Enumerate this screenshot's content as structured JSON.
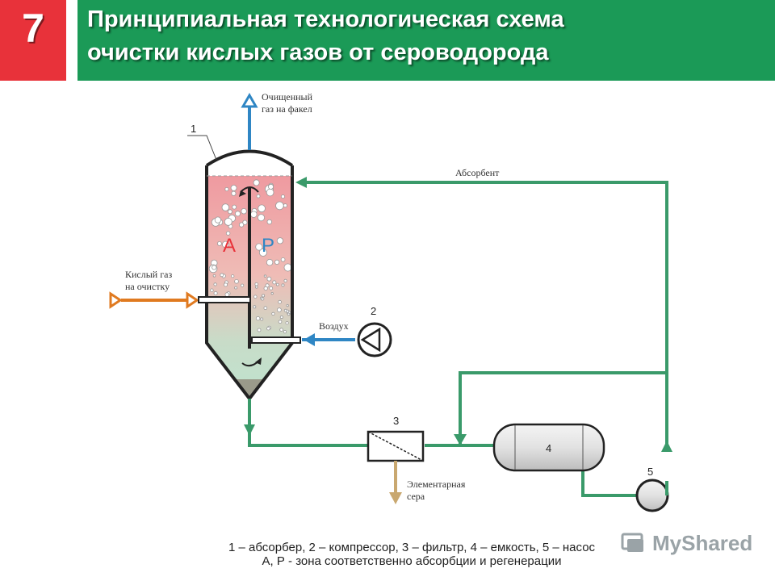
{
  "header": {
    "slide_number": "7",
    "title_line1": "Принципиальная технологическая схема",
    "title_line2": "очистки кислых газов от сероводорода"
  },
  "diagram": {
    "labels": {
      "clean_gas_line1": "Очищенный",
      "clean_gas_line2": "газ на факел",
      "absorbent": "Абсорбент",
      "acid_gas_line1": "Кислый газ",
      "acid_gas_line2": "на очистку",
      "air": "Воздух",
      "sulfur_line1": "Элементарная",
      "sulfur_line2": "сера"
    },
    "numbers": {
      "absorber": "1",
      "compressor": "2",
      "filter": "3",
      "tank": "4",
      "pump": "5"
    },
    "zones": {
      "absorption": "А",
      "regeneration": "Р"
    },
    "colors": {
      "green_line": "#3a9a6a",
      "blue_line": "#2f86c4",
      "orange_line": "#e07a20",
      "sulfur_line": "#c9a870",
      "zone_a": "#e8323a",
      "zone_p": "#2f86c4",
      "header_green": "#1b9a57",
      "header_red": "#e8323a"
    }
  },
  "caption": {
    "line1": "1 – абсорбер, 2 – компрессор, 3 – фильтр, 4 – емкость, 5 – насос",
    "line2": "А, Р - зона соответственно абсорбции и регенерации"
  },
  "watermark": {
    "text": "MyShared"
  }
}
